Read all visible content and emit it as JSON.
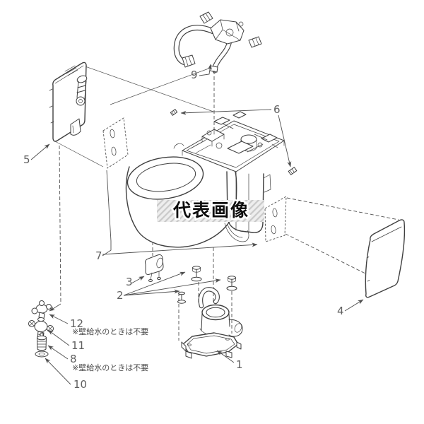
{
  "watermark": {
    "text": "代表画像"
  },
  "callouts": {
    "n1": "1",
    "n2": "2",
    "n3": "3",
    "n4": "4",
    "n5": "5",
    "n6": "6",
    "n7": "7",
    "n8": "8",
    "n9": "9",
    "n10": "10",
    "n11": "11",
    "n12": "12"
  },
  "notes": {
    "wall_supply_note": "※壁給水のときは不要"
  },
  "colors": {
    "canvas": "#ffffff",
    "line": "#3f3f3f",
    "leader": "#4f4f4f",
    "label-text": "#5f5f5f",
    "note-text": "#4a4a4a",
    "watermark-text": "#0d0d0d",
    "watermark-bg": "#eeeeee",
    "watermark-stripe": "#c9c9c9"
  }
}
